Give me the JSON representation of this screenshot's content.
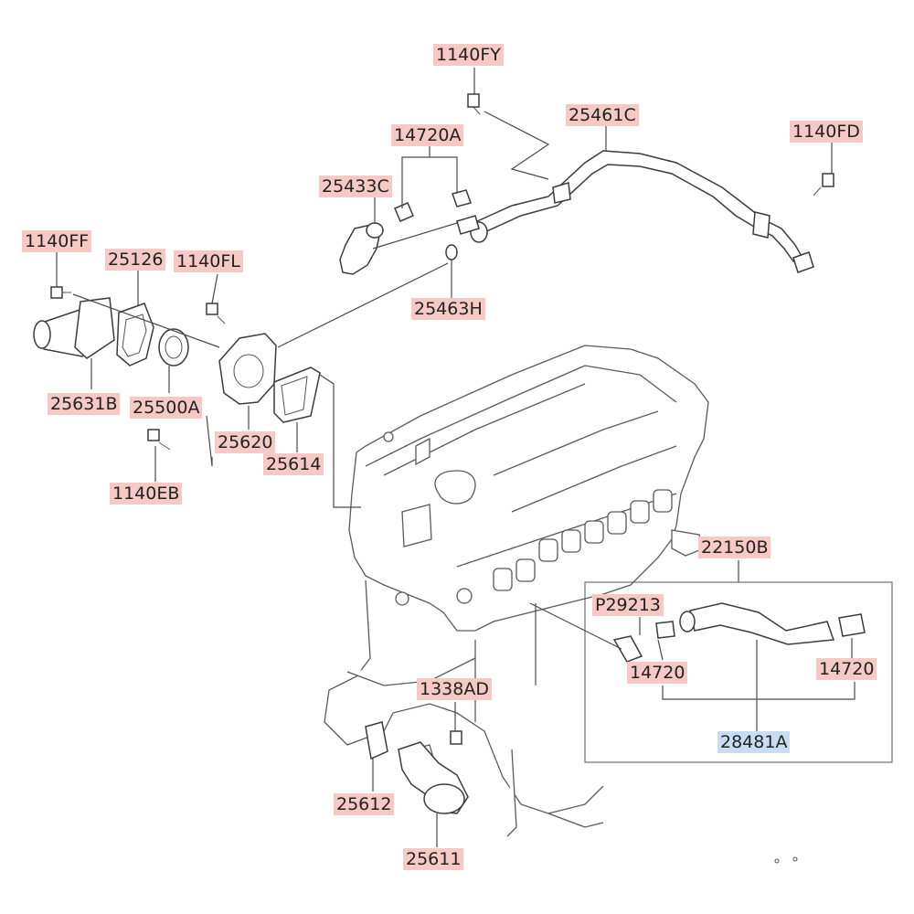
{
  "labels": {
    "l_1140FY": "1140FY",
    "l_25461C": "25461C",
    "l_1140FD": "1140FD",
    "l_14720A": "14720A",
    "l_25433C": "25433C",
    "l_25463H": "25463H",
    "l_1140FF": "1140FF",
    "l_25126": "25126",
    "l_1140FL": "1140FL",
    "l_25631B": "25631B",
    "l_25500A": "25500A",
    "l_25620": "25620",
    "l_25614": "25614",
    "l_1140EB": "1140EB",
    "l_22150B": "22150B",
    "l_P29213": "P29213",
    "l_14720_left": "14720",
    "l_14720_right": "14720",
    "l_28481A": "28481A",
    "l_1338AD": "1338AD",
    "l_25612": "25612",
    "l_25611": "25611"
  },
  "colors": {
    "label_highlight": "#f6c9c5",
    "label_highlight_selected": "#c8dcf3",
    "line": "#4a4a4a"
  }
}
